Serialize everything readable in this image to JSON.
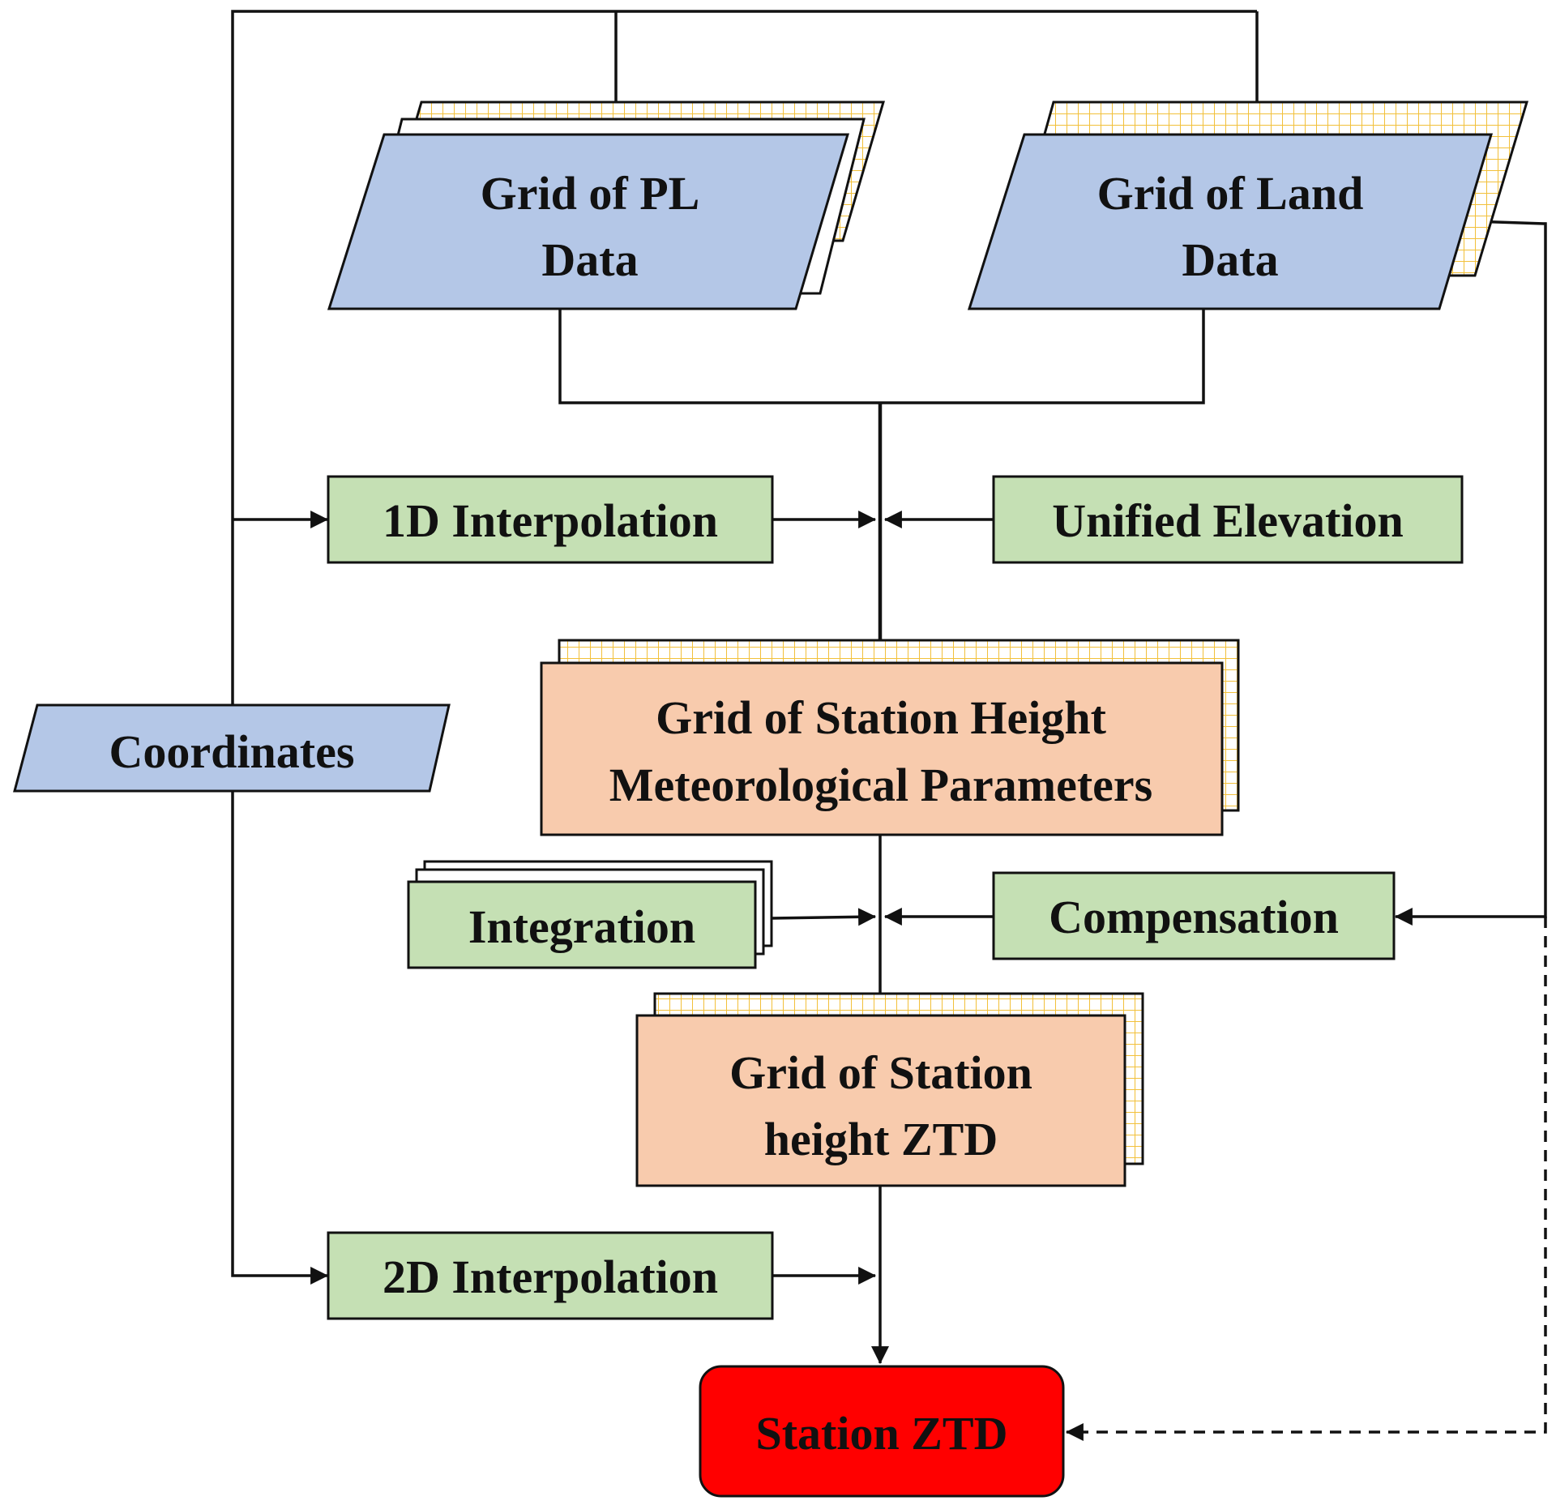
{
  "diagram": {
    "nodes": {
      "grid_pl": {
        "label_lines": [
          "Grid of PL",
          "Data"
        ],
        "shape": "parallelogram-stack",
        "color": "#b4c7e7"
      },
      "grid_land": {
        "label_lines": [
          "Grid of Land",
          "Data"
        ],
        "shape": "parallelogram-stack",
        "color": "#b4c7e7"
      },
      "interp_1d": {
        "label": "1D Interpolation",
        "shape": "rectangle",
        "color": "#c5e0b4"
      },
      "unified_elev": {
        "label": "Unified Elevation",
        "shape": "rectangle",
        "color": "#c5e0b4"
      },
      "coordinates": {
        "label": "Coordinates",
        "shape": "parallelogram",
        "color": "#b4c7e7"
      },
      "grid_station_met": {
        "label_lines": [
          "Grid of Station Height",
          "Meteorological Parameters"
        ],
        "shape": "rectangle-stack",
        "color": "#f8cbad"
      },
      "integration": {
        "label": "Integration",
        "shape": "rectangle-stack",
        "color": "#c5e0b4"
      },
      "compensation": {
        "label": "Compensation",
        "shape": "rectangle",
        "color": "#c5e0b4"
      },
      "grid_station_ztd": {
        "label_lines": [
          "Grid of Station",
          "height ZTD"
        ],
        "shape": "rectangle-stack",
        "color": "#f8cbad"
      },
      "interp_2d": {
        "label": "2D Interpolation",
        "shape": "rectangle",
        "color": "#c5e0b4"
      },
      "station_ztd": {
        "label": "Station ZTD",
        "shape": "rounded-rectangle",
        "color": "#ff0000"
      }
    },
    "edges": [
      {
        "from": "coordinates",
        "to": "grid_pl",
        "style": "solid"
      },
      {
        "from": "coordinates",
        "to": "grid_land",
        "style": "solid"
      },
      {
        "from": "coordinates",
        "to": "interp_1d",
        "style": "solid"
      },
      {
        "from": "coordinates",
        "to": "interp_2d",
        "style": "solid"
      },
      {
        "from": "grid_pl",
        "to": "grid_station_met",
        "style": "solid"
      },
      {
        "from": "grid_land",
        "to": "grid_station_met",
        "style": "solid"
      },
      {
        "from": "interp_1d",
        "to": "grid_station_met",
        "style": "solid"
      },
      {
        "from": "unified_elev",
        "to": "grid_station_met",
        "style": "solid"
      },
      {
        "from": "grid_station_met",
        "to": "grid_station_ztd",
        "style": "solid"
      },
      {
        "from": "integration",
        "to": "grid_station_ztd",
        "style": "solid"
      },
      {
        "from": "compensation",
        "to": "grid_station_ztd",
        "style": "solid"
      },
      {
        "from": "grid_land",
        "to": "compensation",
        "style": "solid"
      },
      {
        "from": "grid_station_ztd",
        "to": "station_ztd",
        "style": "solid"
      },
      {
        "from": "interp_2d",
        "to": "station_ztd",
        "style": "solid"
      },
      {
        "from": "grid_land",
        "to": "station_ztd",
        "style": "dashed"
      }
    ],
    "colors": {
      "data_fill": "#b4c7e7",
      "process_fill": "#c5e0b4",
      "product_fill": "#f8cbad",
      "output_fill": "#ff0000",
      "grid_lines": "#f2c03a"
    }
  }
}
